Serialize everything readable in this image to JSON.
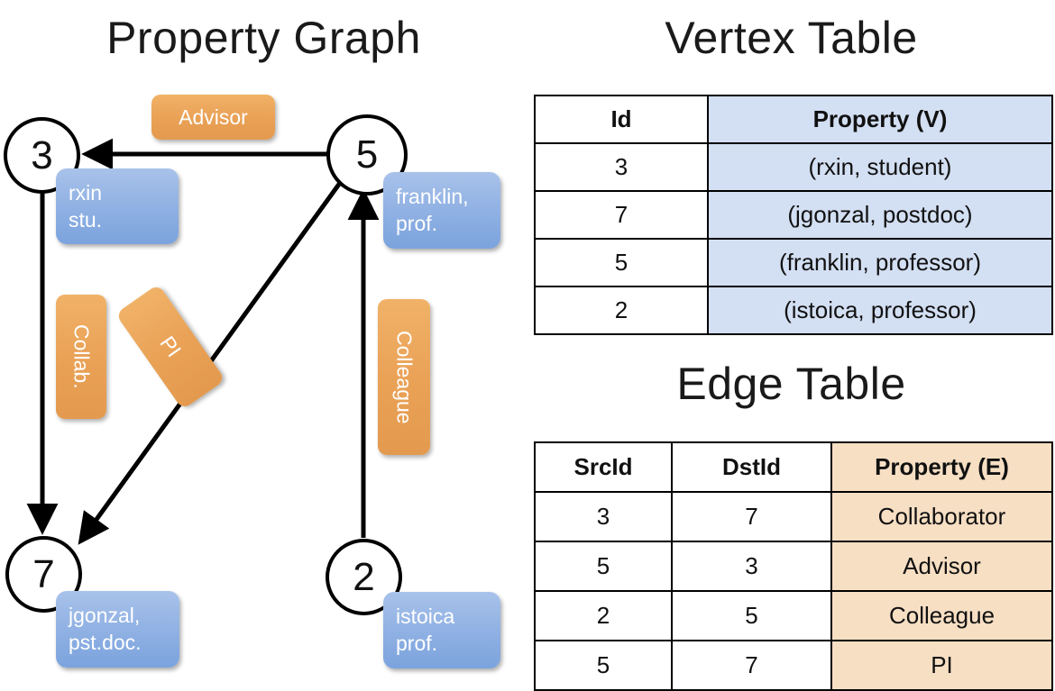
{
  "titles": {
    "property_graph": "Property Graph",
    "vertex_table": "Vertex Table",
    "edge_table": "Edge Table"
  },
  "graph": {
    "nodes": [
      {
        "id": "3",
        "label_line1": "rxin",
        "label_line2": "stu."
      },
      {
        "id": "5",
        "label_line1": "franklin,",
        "label_line2": "prof."
      },
      {
        "id": "7",
        "label_line1": "jgonzal,",
        "label_line2": "pst.doc."
      },
      {
        "id": "2",
        "label_line1": "istoica",
        "label_line2": "prof."
      }
    ],
    "edge_labels": [
      {
        "name": "advisor",
        "text": "Advisor",
        "orientation": "horizontal"
      },
      {
        "name": "collab",
        "text": "Collab.",
        "orientation": "vertical"
      },
      {
        "name": "pi",
        "text": "PI",
        "orientation": "diagonal"
      },
      {
        "name": "colleague",
        "text": "Colleague",
        "orientation": "vertical"
      }
    ]
  },
  "vertex_table": {
    "headers": [
      "Id",
      "Property (V)"
    ],
    "rows": [
      {
        "id": "3",
        "property": "(rxin, student)"
      },
      {
        "id": "7",
        "property": "(jgonzal, postdoc)"
      },
      {
        "id": "5",
        "property": "(franklin, professor)"
      },
      {
        "id": "2",
        "property": "(istoica, professor)"
      }
    ]
  },
  "edge_table": {
    "headers": [
      "SrcId",
      "DstId",
      "Property (E)"
    ],
    "rows": [
      {
        "src": "3",
        "dst": "7",
        "property": "Collaborator"
      },
      {
        "src": "5",
        "dst": "3",
        "property": "Advisor"
      },
      {
        "src": "2",
        "dst": "5",
        "property": "Colleague"
      },
      {
        "src": "5",
        "dst": "7",
        "property": "PI"
      }
    ]
  },
  "colors": {
    "vertex_property_fill": "#d3dff2",
    "edge_property_fill": "#f7dfc4",
    "vertex_box_fill": "#7ba3dd",
    "edge_label_fill": "#eaa257",
    "stroke": "#000000",
    "background": "#ffffff"
  }
}
